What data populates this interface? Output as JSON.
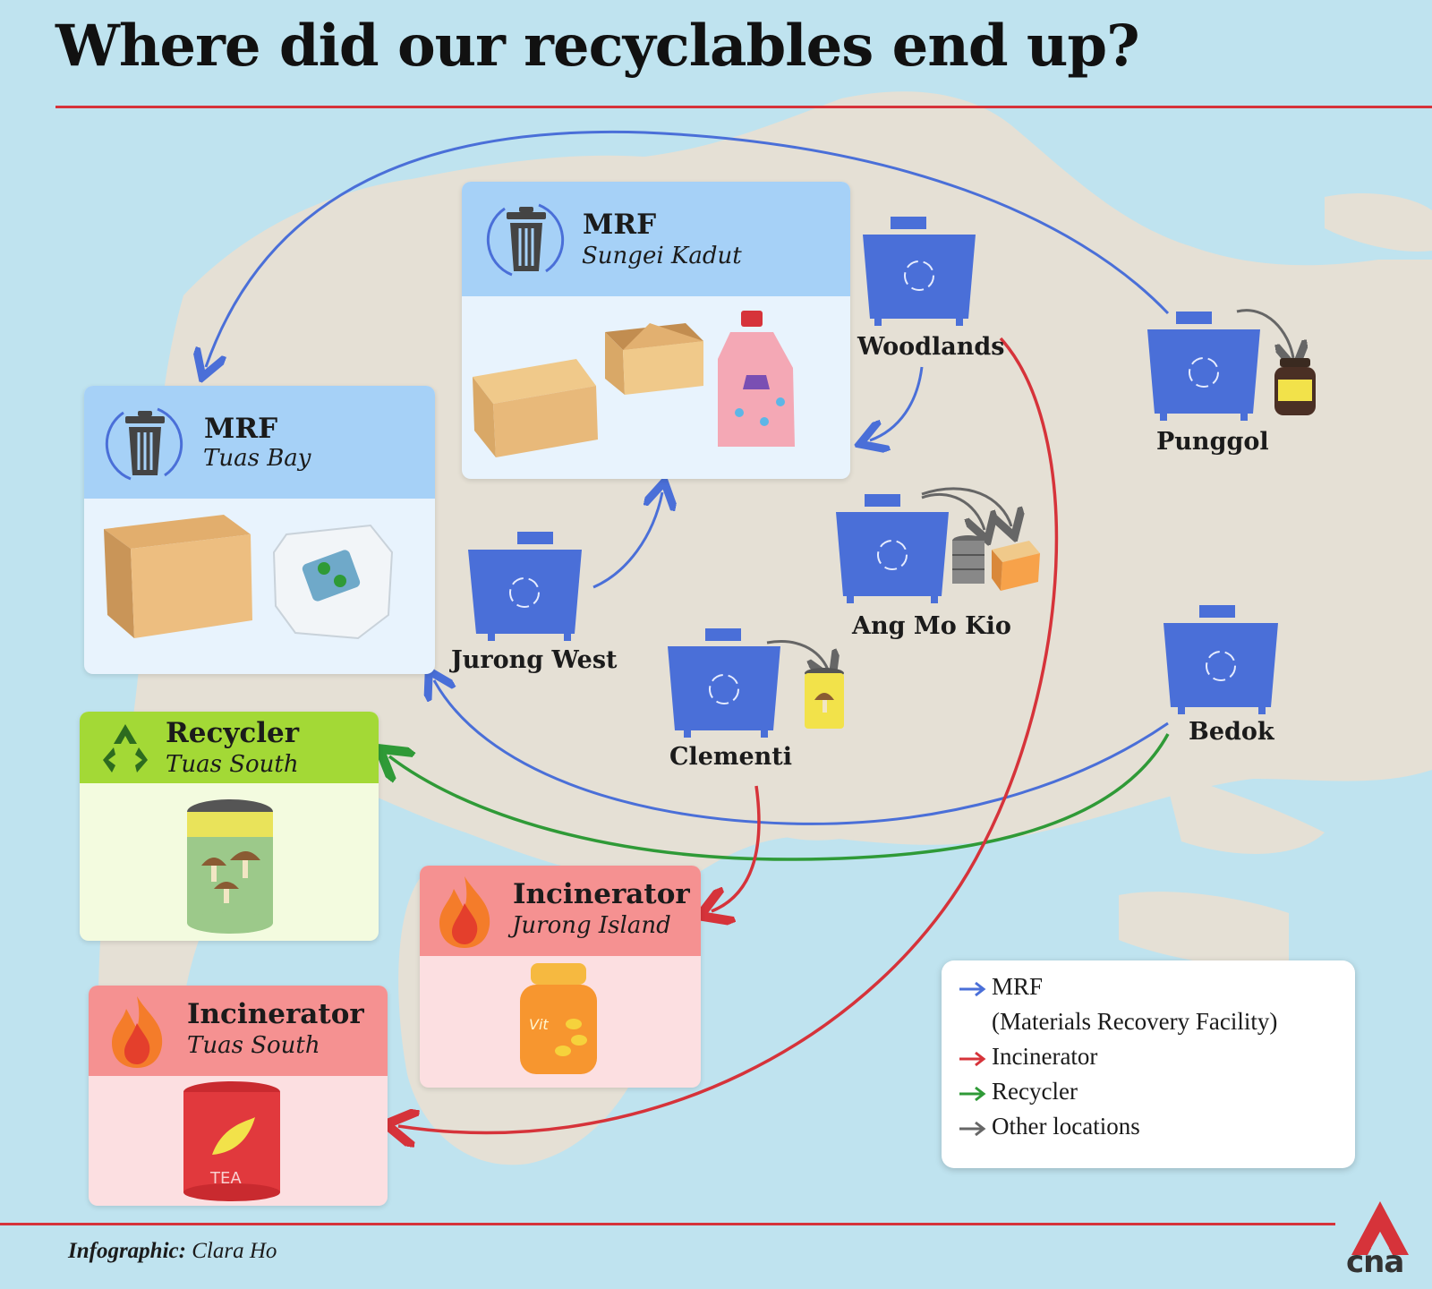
{
  "title": "Where did our recyclables end up?",
  "facilities": {
    "mrf_sungei_kadut": {
      "type": "MRF",
      "location": "Sungei Kadut"
    },
    "mrf_tuas_bay": {
      "type": "MRF",
      "location": "Tuas Bay"
    },
    "recycler_tuas_south": {
      "type": "Recycler",
      "location": "Tuas South"
    },
    "incinerator_jurong_island": {
      "type": "Incinerator",
      "location": "Jurong Island"
    },
    "incinerator_tuas_south": {
      "type": "Incinerator",
      "location": "Tuas South"
    }
  },
  "bins": {
    "woodlands": "Woodlands",
    "punggol": "Punggol",
    "ang_mo_kio": "Ang Mo Kio",
    "jurong_west": "Jurong West",
    "clementi": "Clementi",
    "bedok": "Bedok"
  },
  "legend": {
    "mrf": "MRF",
    "mrf_full": "(Materials Recovery Facility)",
    "incinerator": "Incinerator",
    "recycler": "Recycler",
    "other": "Other locations"
  },
  "colors": {
    "mrf": "#4a6fd8",
    "incinerator": "#d6333a",
    "recycler": "#2f9a37",
    "other": "#666666",
    "mrf_header": "#a6d1f7",
    "recycler_header": "#a3d936",
    "incinerator_header": "#f59191"
  },
  "credit": {
    "label": "Infographic:",
    "name": "Clara Ho"
  },
  "brand": "cna"
}
